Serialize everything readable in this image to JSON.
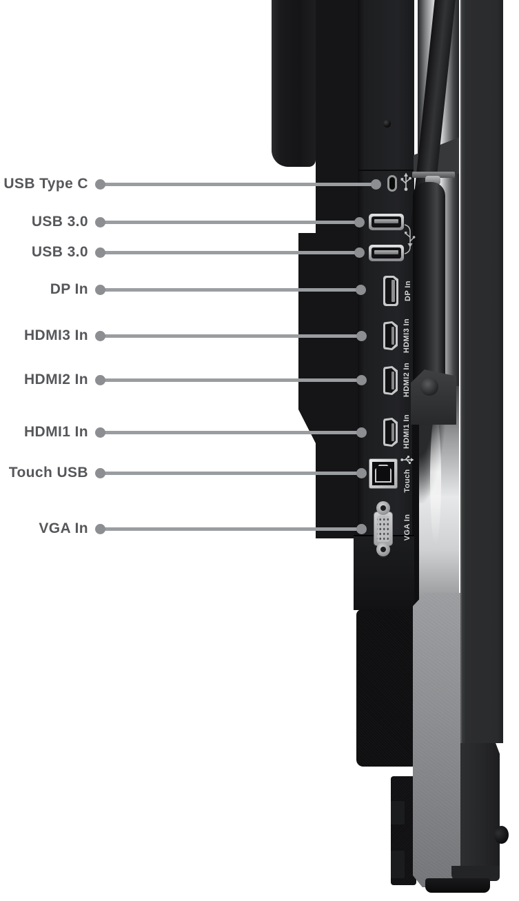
{
  "diagram": {
    "kind": "display-side-port-callout-diagram",
    "background": "#ffffff"
  },
  "callouts": [
    {
      "label": "USB Type C"
    },
    {
      "label": "USB 3.0"
    },
    {
      "label": "USB 3.0"
    },
    {
      "label": "DP In"
    },
    {
      "label": "HDMI3 In"
    },
    {
      "label": "HDMI2 In"
    },
    {
      "label": "HDMI1 In"
    },
    {
      "label": "Touch USB"
    },
    {
      "label": "VGA In"
    }
  ],
  "ports": {
    "usb_c": {
      "type": "usb-type-c",
      "engraved": "",
      "icon": "usb-trident-icon"
    },
    "usb3_a": {
      "type": "usb-a-3.0"
    },
    "usb3_b": {
      "type": "usb-a-3.0"
    },
    "usb3_pair_icon": "usb-double-trident-icon",
    "dp": {
      "type": "displayport",
      "engraved": "DP In"
    },
    "hdmi3": {
      "type": "hdmi",
      "engraved": "HDMI3 In"
    },
    "hdmi2": {
      "type": "hdmi",
      "engraved": "HDMI2 In"
    },
    "hdmi1": {
      "type": "hdmi",
      "engraved": "HDMI1 In"
    },
    "touch": {
      "type": "usb-b",
      "engraved": "Touch",
      "icon": "usb-trident-icon"
    },
    "vga": {
      "type": "vga-dsub",
      "engraved": "VGA In"
    }
  },
  "colors": {
    "label_text": "#56575a",
    "leader_line": "#9a9da0",
    "leader_dot": "#8c8e91",
    "device_black": "#151517",
    "port_bezel": "#c9cacb",
    "engraved_text": "#d3d4d6",
    "chrome_highlight": "#f3f3f4",
    "gray_panel": "#8d8f92"
  }
}
